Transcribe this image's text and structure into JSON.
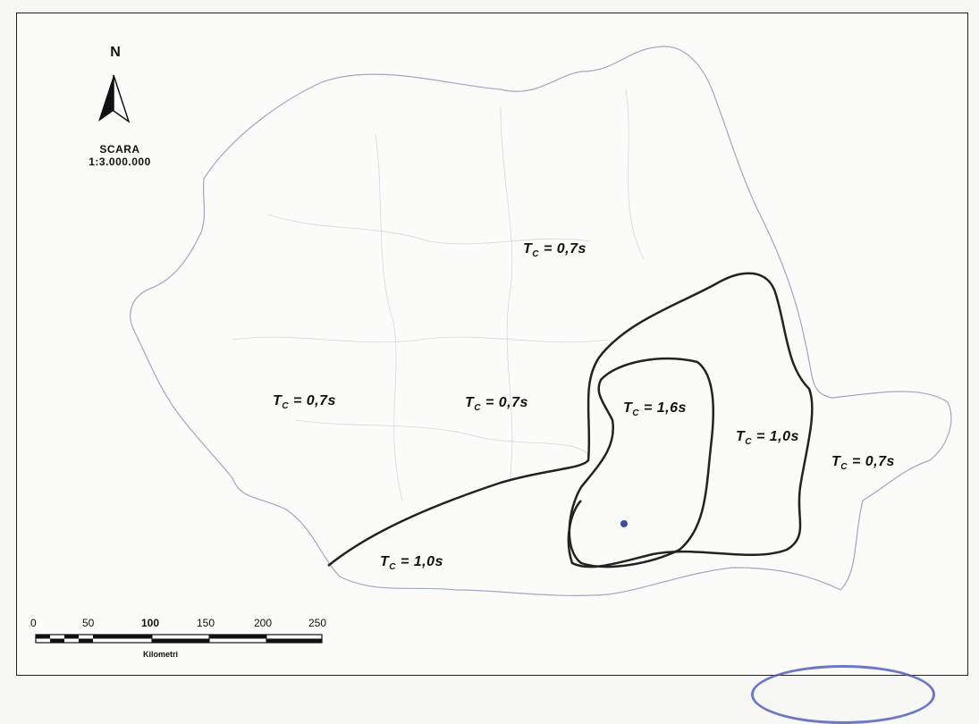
{
  "north": {
    "letter": "N",
    "icon": "north-arrow-icon"
  },
  "scale": {
    "title": "SCARA",
    "ratio": "1:3.000.000",
    "ticks": [
      "0",
      "50",
      "100",
      "150",
      "200",
      "250"
    ],
    "unit": "Kilometri"
  },
  "zones": {
    "north_central": "T",
    "labels": [
      {
        "id": "zone-tc-07-north",
        "prefix": "T",
        "sub": "C",
        "value": " = 0,7s"
      },
      {
        "id": "zone-tc-07-west",
        "prefix": "T",
        "sub": "C",
        "value": " = 0,7s"
      },
      {
        "id": "zone-tc-07-center",
        "prefix": "T",
        "sub": "C",
        "value": " = 0,7s"
      },
      {
        "id": "zone-tc-16",
        "prefix": "T",
        "sub": "C",
        "value": " = 1,6s"
      },
      {
        "id": "zone-tc-10-east",
        "prefix": "T",
        "sub": "C",
        "value": " = 1,0s"
      },
      {
        "id": "zone-tc-07-east",
        "prefix": "T",
        "sub": "C",
        "value": " = 0,7s"
      },
      {
        "id": "zone-tc-10-south",
        "prefix": "T",
        "sub": "C",
        "value": " = 1,0s"
      }
    ]
  },
  "colors": {
    "border": "#111111",
    "country_outline": "#a0a8c0",
    "stamp": "#4a58b8"
  }
}
